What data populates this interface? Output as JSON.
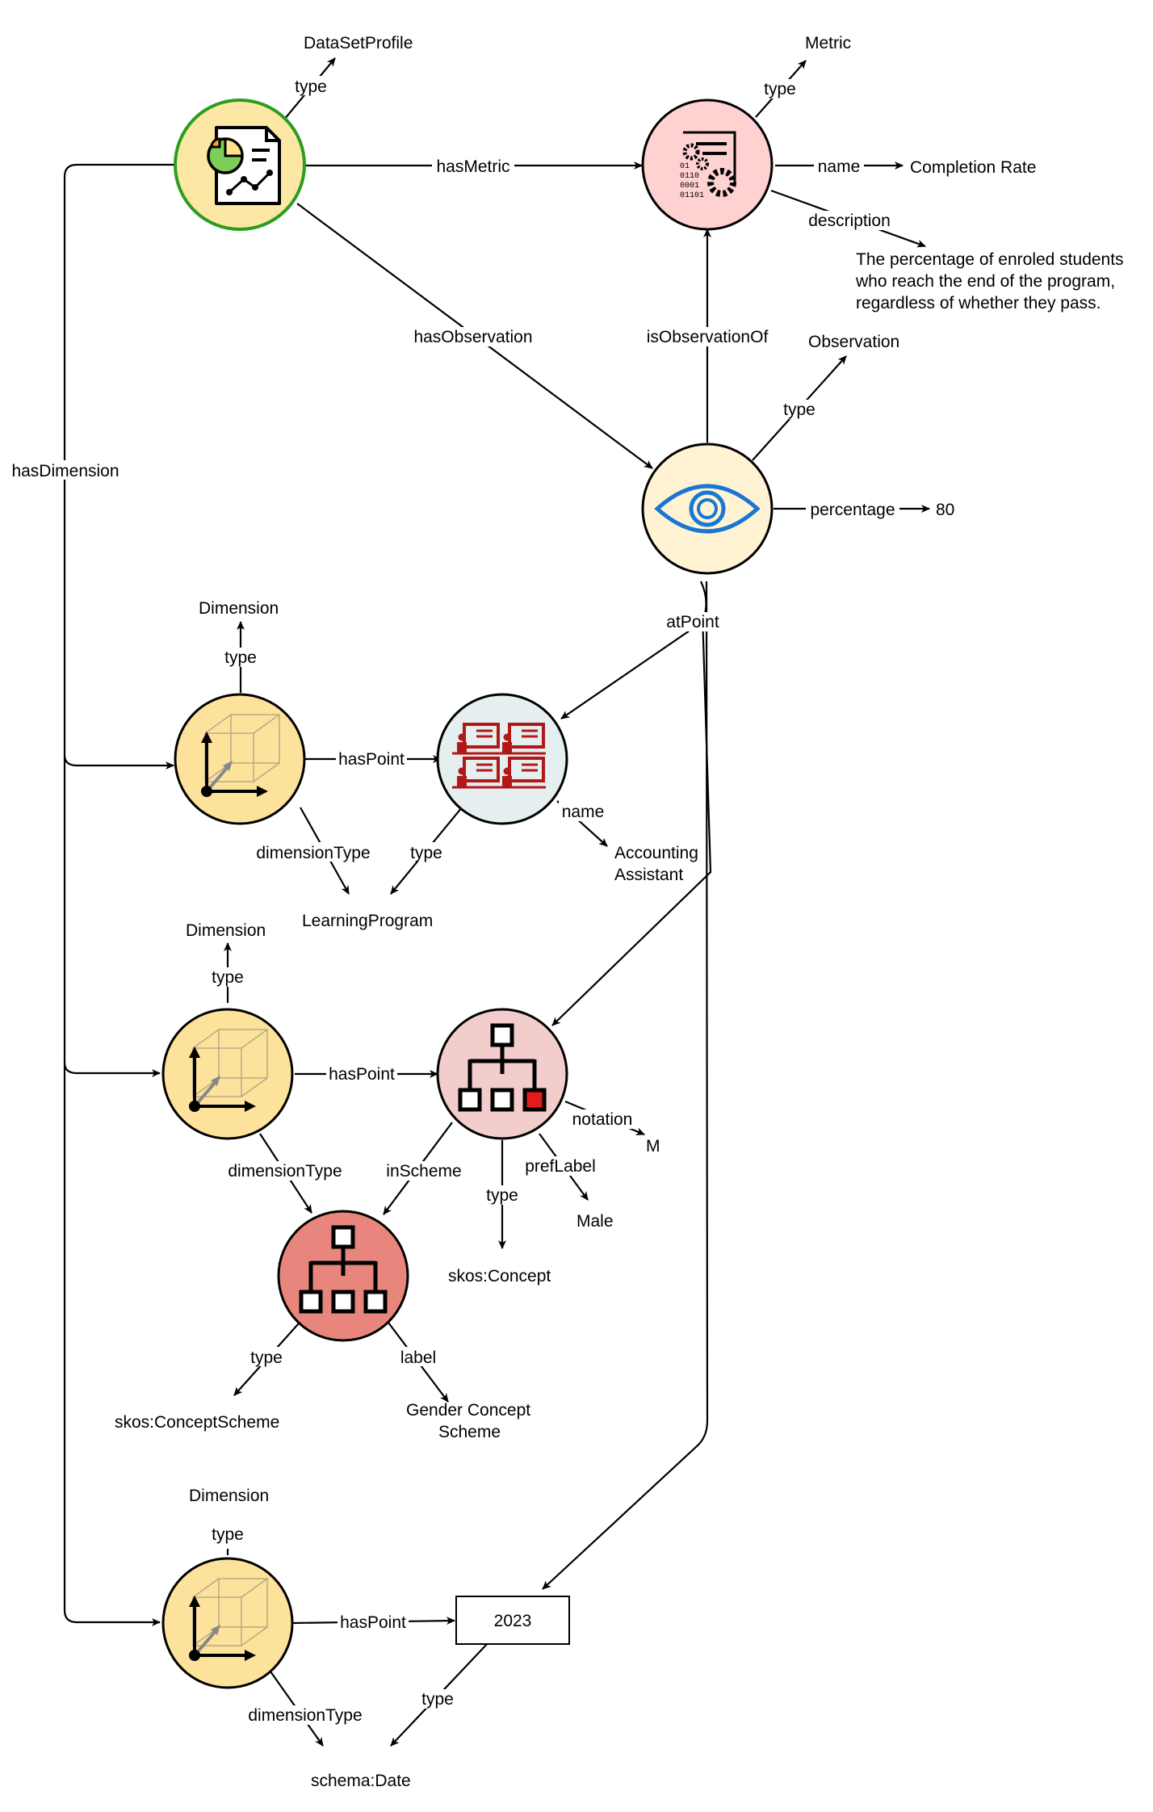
{
  "colors": {
    "profile_fill": "#fde7a4",
    "profile_stroke": "#2a9d1f",
    "metric_fill": "#ffd1d1",
    "observation_fill": "#fff3d4",
    "dimension_fill": "#fde29b",
    "program_fill": "#e5eff0",
    "concept_fill": "#f3cccc",
    "scheme_fill": "#e8867d",
    "eye_blue": "#1976d2",
    "program_icon_red": "#b21818"
  },
  "icons": {
    "profile": "dataset-report-icon",
    "metric": "metric-gears-icon",
    "observation": "eye-icon",
    "dimension": "cube-axes-icon",
    "program": "classroom-presenters-icon",
    "concept": "hierarchy-icon"
  },
  "nodes": {
    "datasetprofile_type": "DataSetProfile",
    "metric_type": "Metric",
    "metric_name": "Completion Rate",
    "metric_description": [
      "The percentage of enroled students",
      "who reach the end of the program,",
      "regardless of whether they pass."
    ],
    "observation_type": "Observation",
    "percentage_value": "80",
    "dim1_type": "Dimension",
    "program_name": [
      "Accounting",
      "Assistant"
    ],
    "learning_program": "LearningProgram",
    "dim2_type": "Dimension",
    "notation_value": "M",
    "preflabel_value": "Male",
    "skos_concept": "skos:Concept",
    "skos_conceptscheme": "skos:ConceptScheme",
    "scheme_label": [
      "Gender Concept",
      "Scheme"
    ],
    "dim3_type": "Dimension",
    "year_value": "2023",
    "schema_date": "schema:Date"
  },
  "edges": {
    "profile_type": "type",
    "has_metric": "hasMetric",
    "has_observation": "hasObservation",
    "has_dimension": "hasDimension",
    "metric_type": "type",
    "metric_name": "name",
    "metric_description": "description",
    "is_observation_of": "isObservationOf",
    "obs_type": "type",
    "percentage": "percentage",
    "at_point": "atPoint",
    "dim1_type": "type",
    "dim1_has_point": "hasPoint",
    "dim1_dimension_type": "dimensionType",
    "program_type": "type",
    "program_name": "name",
    "dim2_type": "type",
    "dim2_has_point": "hasPoint",
    "dim2_dimension_type": "dimensionType",
    "concept_in_scheme": "inScheme",
    "concept_type": "type",
    "concept_pref_label": "prefLabel",
    "concept_notation": "notation",
    "scheme_type": "type",
    "scheme_label": "label",
    "dim3_type": "type",
    "dim3_has_point": "hasPoint",
    "dim3_dimension_type": "dimensionType",
    "year_type": "type"
  }
}
